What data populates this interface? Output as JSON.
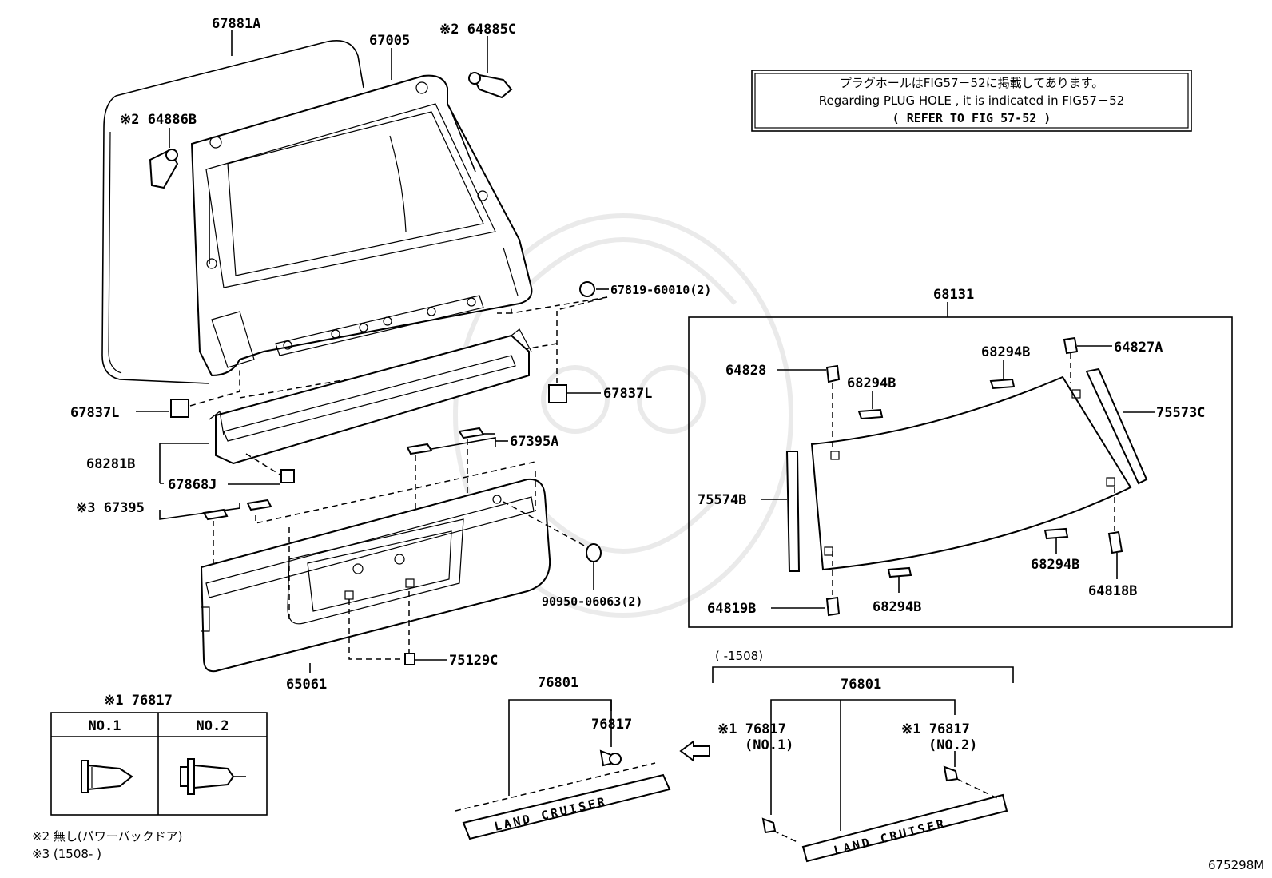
{
  "diagram": {
    "notice": {
      "line1": "プラグホールはFIG57－52に掲載してあります。",
      "line2": "Regarding  PLUG HOLE , it is indicated in FIG57－52",
      "line3": "(   REFER TO FIG 57-52  )"
    },
    "parts": {
      "p67881A": "67881A",
      "p67005": "67005",
      "p64885C": "※2 64885C",
      "p64886B": "※2 64886B",
      "p67819": "67819-60010(2)",
      "p67837L_left": "67837L",
      "p67837L_right": "67837L",
      "p68281B": "68281B",
      "p67868J": "67868J",
      "p67395A": "67395A",
      "p67395": "※3 67395",
      "p90950": "90950-06063(2)",
      "p75129C": "75129C",
      "p65061": "65061",
      "p68131": "68131",
      "p64828": "64828",
      "p68294B_1": "68294B",
      "p68294B_2": "68294B",
      "p68294B_3": "68294B",
      "p68294B_4": "68294B",
      "p64827A": "64827A",
      "p75573C": "75573C",
      "p75574B": "75574B",
      "p64819B": "64819B",
      "p64818B": "64818B",
      "p76801_a": "76801",
      "p76817_a": "76817",
      "p76801_b": "76801",
      "p76817_no1": "※1 76817",
      "p76817_no1_sub": "(NO.1)",
      "p76817_no2": "※1 76817",
      "p76817_no2_sub": "(NO.2)",
      "range_label": "(      -1508)"
    },
    "clip_table": {
      "title": "※1 76817",
      "col1": "NO.1",
      "col2": "NO.2"
    },
    "emblem_text": "LAND CRUISER",
    "footnotes": {
      "n2": "※2 無し(パワーバックドア)",
      "n3": "※3 (1508-     )"
    },
    "figure_code": "675298M"
  }
}
